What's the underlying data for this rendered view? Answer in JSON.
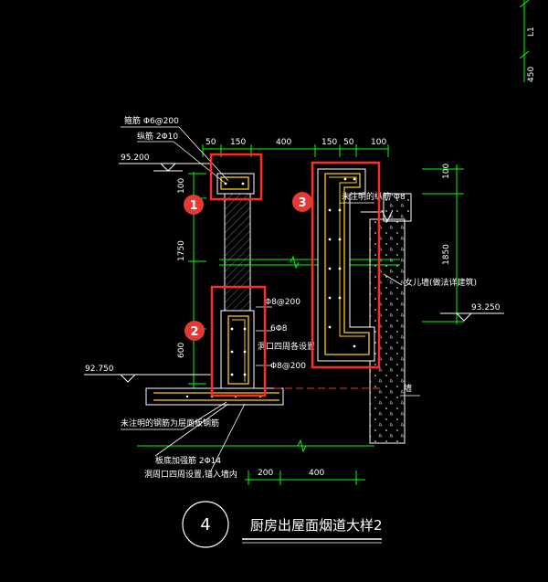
{
  "labels": {
    "stirrup": "箍筋 Φ6@200",
    "long_bar": "纵筋 2Φ10",
    "not_shown_long": "未注明的纵筋 Φ8",
    "parapet": "女儿墙(做法详建筑)",
    "rebar_a": "Φ8@200",
    "rebar_b": "6Φ8",
    "opening": "洞口四周各设置",
    "rebar_c": "Φ8@200",
    "wall": "墙",
    "slab_note": "未注明的钢筋为层面板钢筋",
    "add_bar_1": "板底加强筋 2Φ14",
    "add_bar_2": "洞周口四周设置,锚入墙内"
  },
  "levels": {
    "top": "95.200",
    "roof": "93.250",
    "bottom": "92.750"
  },
  "dimensions": {
    "top_50a": "50",
    "top_150a": "150",
    "top_400": "400",
    "top_150b": "150",
    "top_50b": "50",
    "top_100": "100",
    "left_100": "100",
    "left_1750": "1750",
    "left_600": "600",
    "right_100": "100",
    "right_1850": "1850",
    "bottom_200": "200",
    "bottom_400": "400",
    "edge_l1": "L1",
    "edge_450": "450"
  },
  "badges": {
    "b1": "1",
    "b2": "2",
    "b3": "3"
  },
  "detail": {
    "number": "4",
    "title": "厨房出屋面烟道大样2"
  },
  "colors": {
    "background": "#000000",
    "dim_line": "#00ff00",
    "highlight": "#ff2a2a",
    "rebar": "#ffd100",
    "badge": "#e53935",
    "outline": "#ffffff",
    "axis": "#ff3333"
  }
}
